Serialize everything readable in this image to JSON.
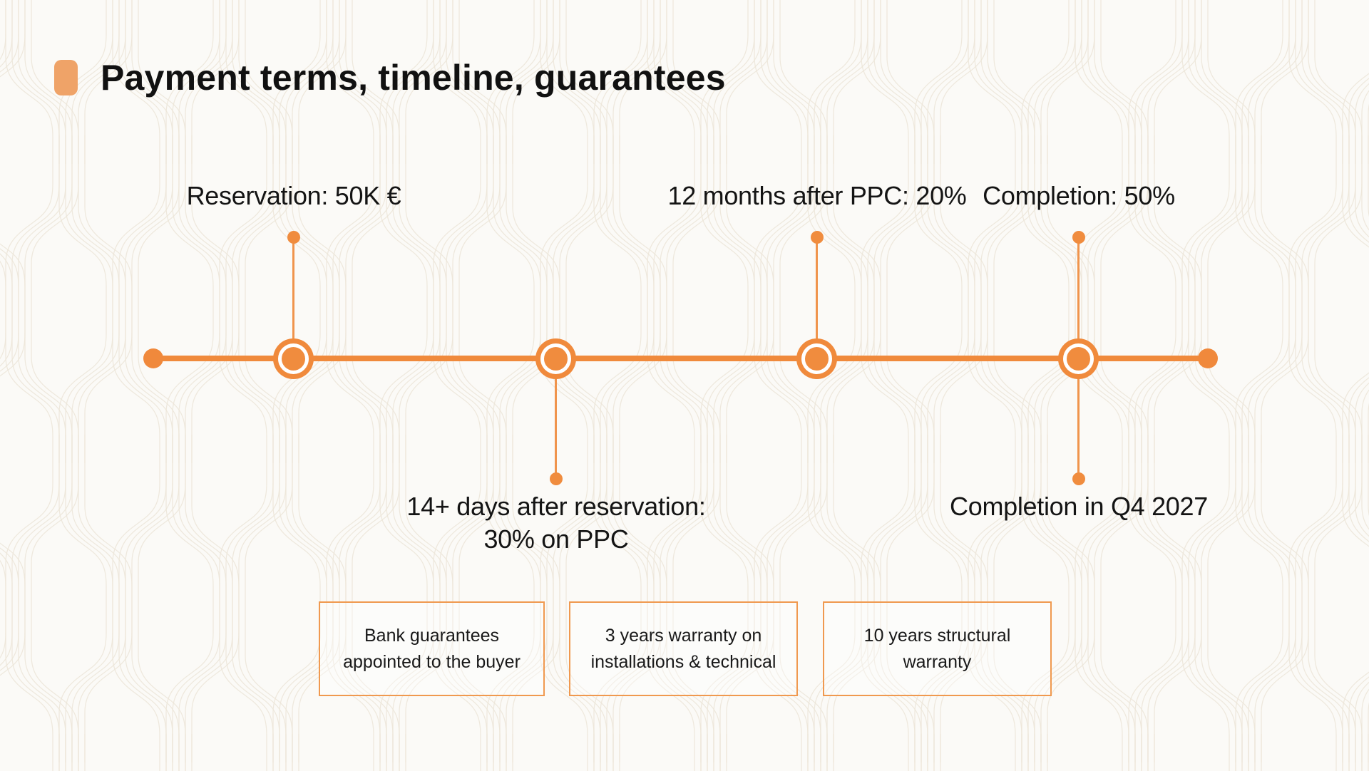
{
  "slide": {
    "title": "Payment terms, timeline, guarantees"
  },
  "colors": {
    "accent_orange": "#F08A3C",
    "bullet_orange": "#EFA368",
    "box_border_orange": "#F0994F",
    "text": "#141414",
    "background": "#FBFAF7"
  },
  "timeline": {
    "milestones": [
      {
        "id": "reservation",
        "label_above": "Reservation: 50K €"
      },
      {
        "id": "after-reservation",
        "label_below_line1": "14+ days after reservation:",
        "label_below_line2": "30% on PPC"
      },
      {
        "id": "after-ppc",
        "label_above": "12 months after PPC: 20%"
      },
      {
        "id": "completion",
        "label_above": "Completion: 50%",
        "label_below": "Completion in Q4 2027"
      }
    ]
  },
  "guarantee_boxes": [
    {
      "text": "Bank guarantees appointed to the buyer"
    },
    {
      "text": "3 years warranty on installations & technical"
    },
    {
      "text": "10 years structural warranty"
    }
  ]
}
